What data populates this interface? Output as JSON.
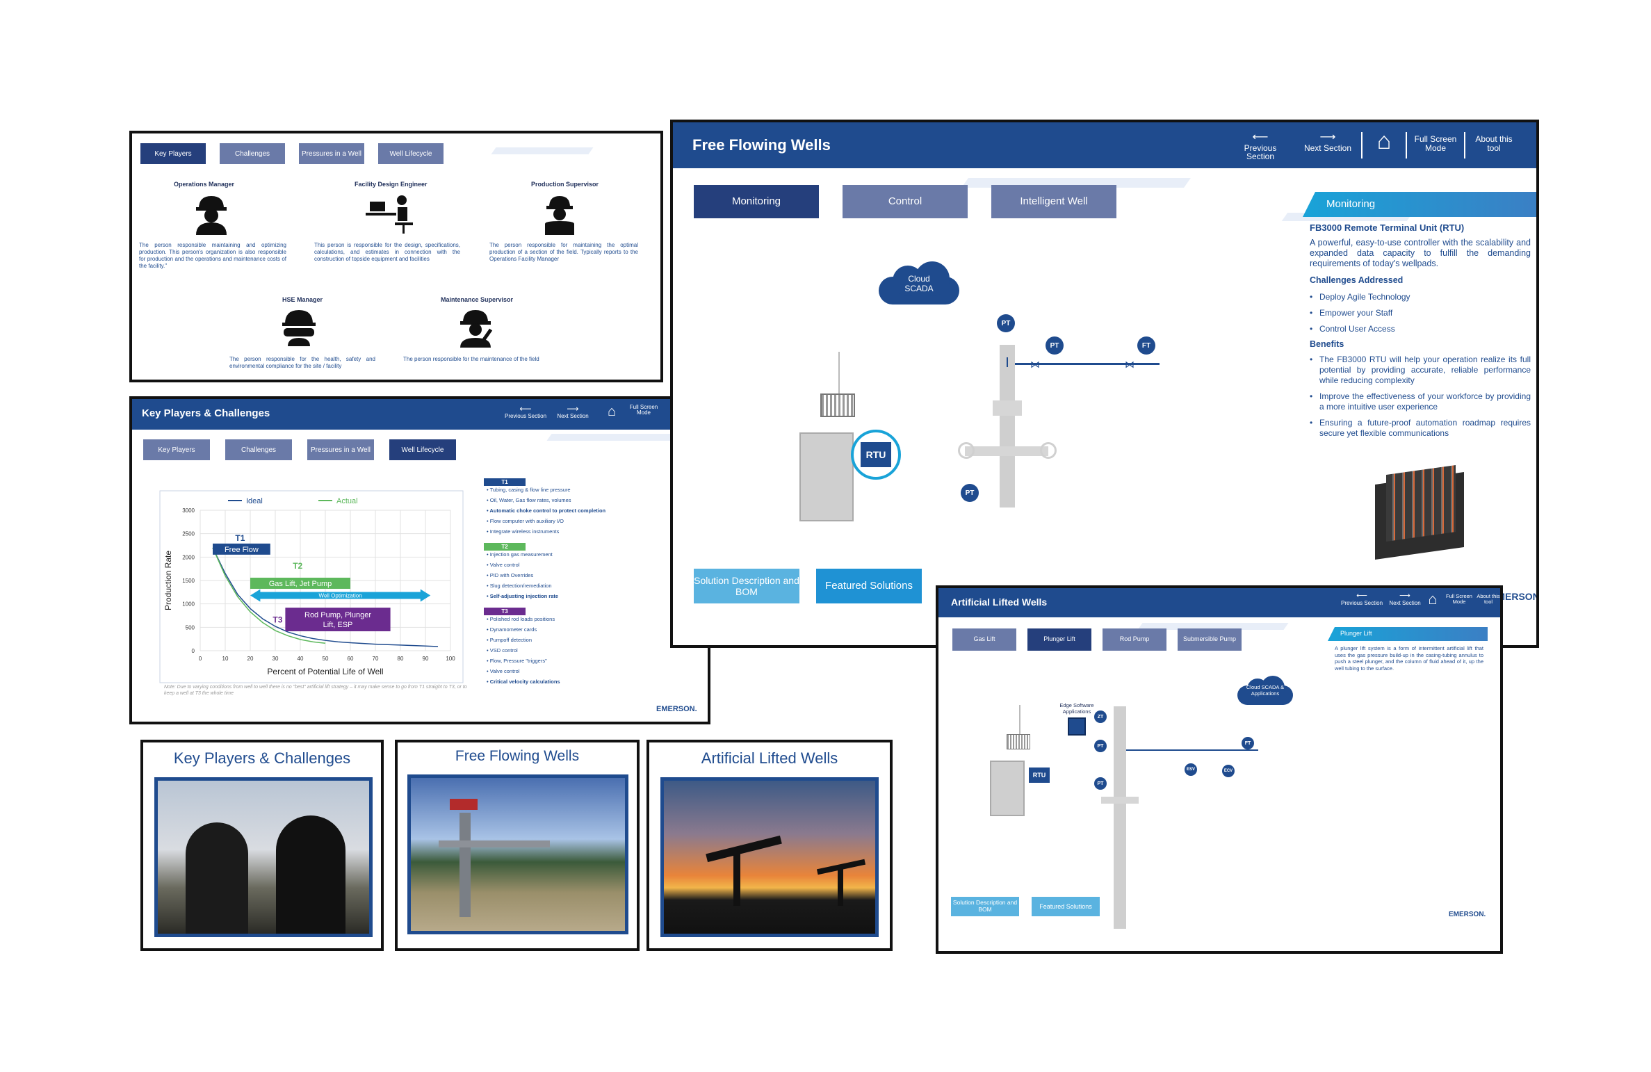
{
  "key_players_slide": {
    "tabs": [
      "Key Players",
      "Challenges",
      "Pressures in a Well",
      "Well Lifecycle"
    ],
    "roles": [
      {
        "title": "Operations Manager",
        "desc": "The person responsible maintaining and optimizing production. This person's organization is also responsible for production and the operations and maintenance costs of the facility.\""
      },
      {
        "title": "Facility Design Engineer",
        "desc": "This person is responsible for the design, specifications, calculations, and estimates in connection with the construction of topside equipment and facilities"
      },
      {
        "title": "Production Supervisor",
        "desc": "The person responsible for maintaining the optimal production of a section of the field. Typically reports to the Operations Facility Manager"
      },
      {
        "title": "HSE Manager",
        "desc": "The person responsible for the health, safety and environmental compliance for the site / facility"
      },
      {
        "title": "Maintenance Supervisor",
        "desc": "The person responsible for the maintenance of the field"
      }
    ]
  },
  "lifecycle_slide": {
    "title": "Key Players & Challenges",
    "nav": {
      "prev": "Previous Section",
      "next": "Next Section",
      "fullscreen": "Full Screen Mode"
    },
    "tabs": [
      "Key Players",
      "Challenges",
      "Pressures in a Well",
      "Well Lifecycle"
    ],
    "note": "Note: Due to varying conditions from well to well there is no \"best\" artificial lift strategy – it may make sense to go from T1 straight to T3, or to keep a well at T3 the whole time",
    "stages": [
      {
        "tag": "T1",
        "color": "#1f4b8e",
        "items": [
          "Tubing, casing & flow line pressure",
          "Oil, Water, Gas flow rates, volumes",
          "Automatic choke control to protect completion",
          "Flow computer with auxiliary I/O",
          "Integrate wireless instruments"
        ]
      },
      {
        "tag": "T2",
        "color": "#5db85c",
        "items": [
          "Injection gas measurement",
          "Valve control",
          "PID with Overrides",
          "Slug detection/remediation",
          "Self-adjusting injection rate"
        ]
      },
      {
        "tag": "T3",
        "color": "#6b2c8f",
        "items": [
          "Polished rod loads positions",
          "Dynamometer cards",
          "Pumpoff detection",
          "VSD control",
          "Flow, Pressure \"triggers\"",
          "Valve control",
          "Critical velocity calculations"
        ]
      }
    ],
    "brand": "EMERSON."
  },
  "chart_data": {
    "type": "line",
    "title": "",
    "xlabel": "Percent of Potential Life of Well",
    "ylabel": "Production Rate",
    "xlim": [
      0,
      100
    ],
    "ylim": [
      0,
      3000
    ],
    "x_ticks": [
      0,
      10,
      20,
      30,
      40,
      50,
      60,
      70,
      80,
      90,
      100
    ],
    "y_ticks": [
      0,
      500,
      1000,
      1500,
      2000,
      2500,
      3000
    ],
    "legend": "top-left",
    "series": [
      {
        "name": "Ideal",
        "color": "#1f4b8e",
        "x": [
          5,
          10,
          15,
          20,
          25,
          30,
          35,
          40,
          45,
          50,
          55,
          60,
          70,
          80,
          90,
          95
        ],
        "y": [
          2200,
          1650,
          1200,
          900,
          680,
          520,
          400,
          320,
          260,
          220,
          190,
          170,
          140,
          120,
          100,
          90
        ]
      },
      {
        "name": "Actual",
        "color": "#5db85c",
        "x": [
          5,
          10,
          15,
          20,
          25,
          30,
          35,
          40,
          45,
          50
        ],
        "y": [
          2200,
          1600,
          1150,
          830,
          600,
          430,
          320,
          240,
          190,
          160
        ]
      }
    ],
    "annotations": [
      {
        "tag": "T1",
        "label": "Free Flow",
        "color": "#1f4b8e"
      },
      {
        "tag": "T2",
        "label": "Gas Lift, Jet Pump",
        "color": "#5db85c"
      },
      {
        "tag": "",
        "label": "Well Optimization",
        "color": "#19a3d8"
      },
      {
        "tag": "T3",
        "label": "Rod Pump, Plunger Lift, ESP",
        "color": "#6b2c8f"
      }
    ]
  },
  "free_flowing_slide": {
    "title": "Free Flowing Wells",
    "nav": {
      "prev": "Previous Section",
      "next": "Next Section",
      "fullscreen": "Full Screen Mode",
      "about": "About this tool"
    },
    "tabs": [
      "Monitoring",
      "Control",
      "Intelligent Well"
    ],
    "cloud": "Cloud SCADA",
    "rtu": "RTU",
    "tags": [
      "PT",
      "PT",
      "FT",
      "PT"
    ],
    "sidebar": {
      "heading": "Monitoring",
      "subtitle": "FB3000 Remote Terminal Unit (RTU)",
      "intro": "A powerful, easy-to-use controller with the scalability and expanded data capacity to fulfill the demanding requirements of today's wellpads.",
      "challenges_title": "Challenges Addressed",
      "challenges": [
        "Deploy Agile Technology",
        "Empower your Staff",
        "Control User Access"
      ],
      "benefits_title": "Benefits",
      "benefits": [
        "The FB3000 RTU will help your operation realize its full potential by providing accurate, reliable performance while reducing complexity",
        "Improve the effectiveness of your workforce by providing a more intuitive user experience",
        "Ensuring a future-proof automation roadmap requires secure yet flexible communications"
      ]
    },
    "solution_btn": "Solution Description and BOM",
    "featured_btn": "Featured Solutions",
    "brand": "EMERSON."
  },
  "artificial_lift_slide": {
    "title": "Artificial Lifted Wells",
    "nav": {
      "prev": "Previous Section",
      "next": "Next Section",
      "fullscreen": "Full Screen Mode",
      "about": "About this tool"
    },
    "tabs": [
      "Gas Lift",
      "Plunger Lift",
      "Rod Pump",
      "Submersible Pump"
    ],
    "cloud": "Cloud SCADA & Applications",
    "edge": "Edge Software Applications",
    "rtu": "RTU",
    "tags": [
      "ZT",
      "PT",
      "PT",
      "FT",
      "ESV",
      "ECV"
    ],
    "sidebar_heading": "Plunger Lift",
    "sidebar_text": "A plunger lift system is a form of intermittent artificial lift that uses the gas pressure build-up in the casing-tubing annulus to push a steel plunger, and the column of fluid ahead of it, up the well tubing to the surface.",
    "solution_btn": "Solution Description and BOM",
    "featured_btn": "Featured Solutions",
    "brand": "EMERSON."
  },
  "thumbnails": [
    {
      "title": "Key Players & Challenges"
    },
    {
      "title": "Free Flowing Wells"
    },
    {
      "title": "Artificial Lifted Wells"
    }
  ]
}
